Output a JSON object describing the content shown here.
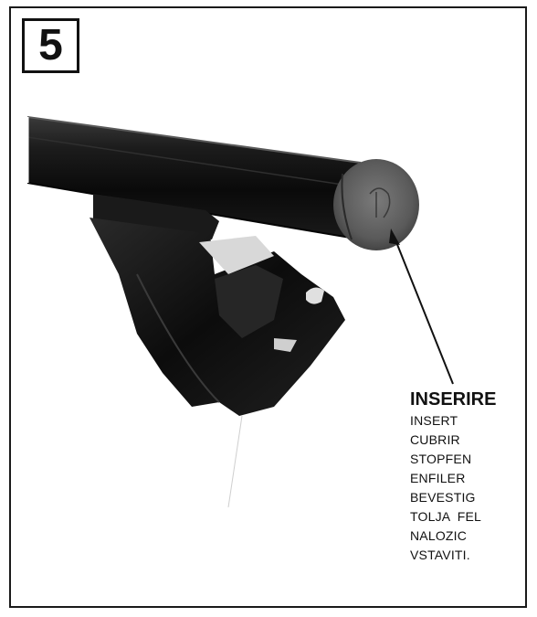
{
  "step": {
    "number": "5"
  },
  "callout": {
    "main_label": "INSERIRE",
    "translations": [
      "INSERT",
      "CUBRIR",
      "STOPFEN",
      "ENFILER",
      "BEVESTIG",
      "TOLJA  FEL",
      "NALOZIC",
      "VSTAVITI."
    ]
  },
  "illustration": {
    "subject": "roof-rack-bar-with-foot-and-end-cap",
    "colors": {
      "bar": "#121212",
      "cap": "#5a5a5a",
      "foot": "#0d0d0d",
      "frame": "#1a1a1a"
    }
  }
}
